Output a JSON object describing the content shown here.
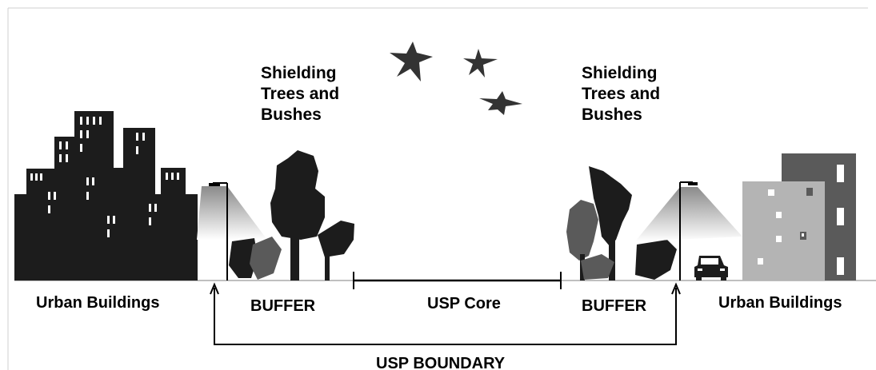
{
  "labels": {
    "shielding_left": [
      "Shielding",
      "Trees and",
      "Bushes"
    ],
    "shielding_right": [
      "Shielding",
      "Trees and",
      "Bushes"
    ],
    "urban_left": "Urban Buildings",
    "urban_right": "Urban Buildings",
    "buffer_left": "BUFFER",
    "buffer_right": "BUFFER",
    "core": "USP Core",
    "boundary": "USP BOUNDARY"
  },
  "colors": {
    "dark": "#1c1c1c",
    "mid_gray": "#5a5a5a",
    "light_gray": "#b4b4b4",
    "window_white": "#ffffff",
    "line": "#000000"
  },
  "icons": [
    "star-icon",
    "car-icon",
    "street-lamp-icon",
    "tree-icon"
  ]
}
